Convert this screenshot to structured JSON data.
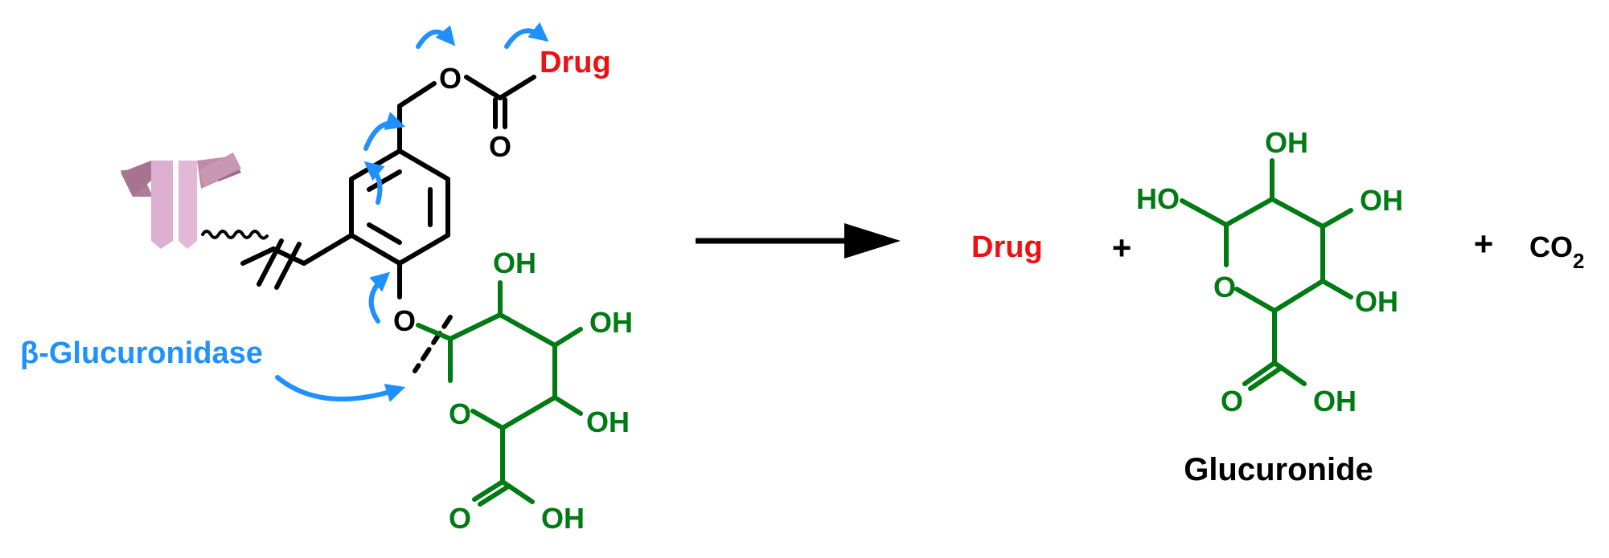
{
  "reactant": {
    "drug_label": "Drug",
    "carbonyl_O": "O",
    "ester_O": "O",
    "phenol_O": "O",
    "ring_O": "O",
    "oh_top": "OH",
    "oh_right": "OH",
    "oh_lower": "OH",
    "acid_O": "O",
    "acid_OH": "OH"
  },
  "enzyme": {
    "label": "β-Glucuronidase"
  },
  "products": {
    "drug_label": "Drug",
    "plus_1": "+",
    "plus_2": "+",
    "co2": {
      "main": "CO",
      "subscript": "2"
    },
    "glucuronide": {
      "name": "Glucuronide",
      "ho_left": "HO",
      "oh_top": "OH",
      "oh_right": "OH",
      "oh_lower": "OH",
      "ring_O": "O",
      "acid_O": "O",
      "acid_OH": "OH"
    }
  },
  "colors": {
    "drug": "#ee1111",
    "sugar": "#007a12",
    "enzyme_arrows": "#1e90ff",
    "antibody": "#d9a6c8",
    "linker": "#000000"
  }
}
